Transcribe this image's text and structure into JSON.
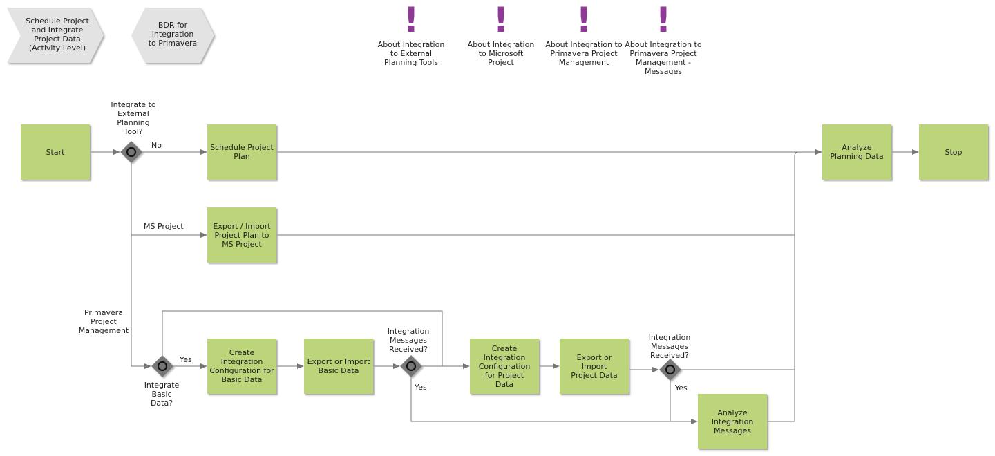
{
  "nav": {
    "schedule_project": "Schedule Project\nand Integrate\nProject Data\n(Activity Level)",
    "bdr": "BDR for\nIntegration\nto Primavera"
  },
  "info": [
    {
      "icon": "exclamation-icon",
      "label": "About Integration\nto External\nPlanning Tools"
    },
    {
      "icon": "exclamation-icon",
      "label": "About Integration\nto Microsoft\nProject"
    },
    {
      "icon": "exclamation-icon",
      "label": "About Integration to\nPrimavera Project\nManagement"
    },
    {
      "icon": "exclamation-icon",
      "label": "About Integration to\nPrimavera Project\nManagement -\nMessages"
    }
  ],
  "boxes": {
    "start": "Start",
    "schedule_plan": "Schedule Project\nPlan",
    "export_ms": "Export / Import\nProject Plan to\nMS Project",
    "create_basic": "Create\nIntegration\nConfiguration for\nBasic Data",
    "export_basic": "Export or Import\nBasic Data",
    "create_project": "Create\nIntegration\nConfiguration\nfor Project\nData",
    "export_project": "Export or\nImport\nProject Data",
    "analyze_messages": "Analyze\nIntegration\nMessages",
    "analyze_planning": "Analyze\nPlanning Data",
    "stop": "Stop"
  },
  "gateways": {
    "external_tool": "Integrate to\nExternal\nPlanning\nTool?",
    "basic_data": "Integrate\nBasic\nData?",
    "messages_1": "Integration\nMessages\nReceived?",
    "messages_2": "Integration\nMessages\nReceived?"
  },
  "edges": {
    "no": "No",
    "ms_project": "MS Project",
    "primavera": "Primavera\nProject\nManagement",
    "yes_basic": "Yes",
    "yes_msg1": "Yes",
    "yes_msg2": "Yes"
  },
  "colors": {
    "activity": "#bcd57a",
    "gateway": "#777777",
    "info_icon": "#8e3a96",
    "nav_shape": "#e3e3e3",
    "connector": "#777777"
  }
}
